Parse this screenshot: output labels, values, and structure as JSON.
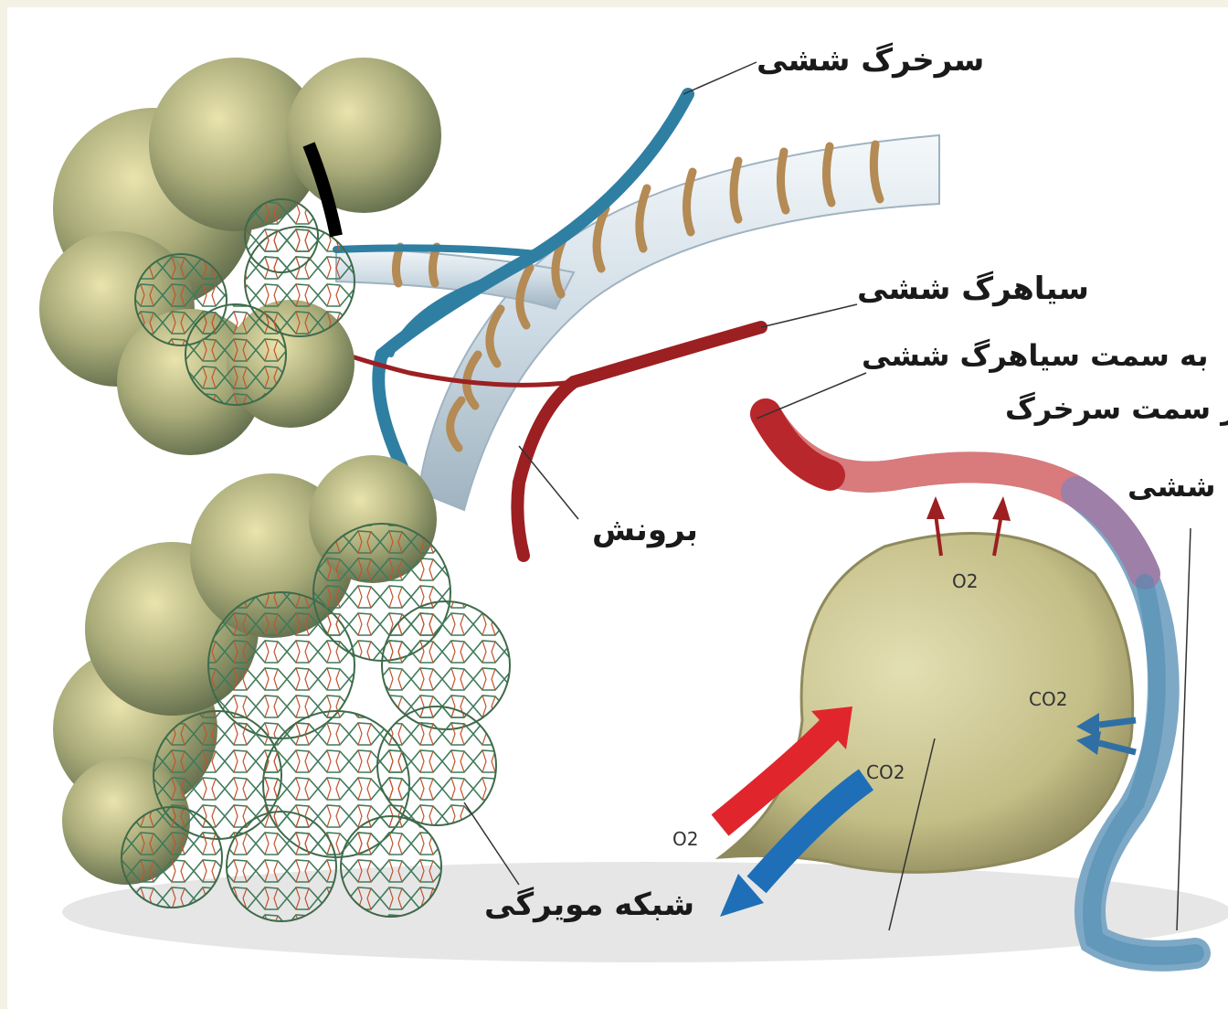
{
  "labels": {
    "pulmonary_artery": "سرخرگ ششی",
    "pulmonary_vein": "سیاهرگ ششی",
    "toward_vein": "به سمت سیاهرگ ششی",
    "from_artery_line1": "از سمت سرخرگ",
    "from_artery_line2": "ششی",
    "bronchus": "برونش",
    "capillary_network": "شبکه مویرگی"
  },
  "gases": {
    "o2_top": "O2",
    "co2_right": "CO2",
    "co2_left": "CO2",
    "o2_left": "O2"
  },
  "colors": {
    "alveoli_green": "#9da070",
    "alveoli_light": "#e6dfa6",
    "artery_blue": "#2f7fa3",
    "vein_red": "#9c1f22",
    "bronchus_white": "#dde7ee",
    "cartilage_tan": "#b48a55",
    "alveolus_sac": "#c9c38e",
    "arrow_red": "#e0262c",
    "arrow_blue": "#1f6fb8"
  }
}
